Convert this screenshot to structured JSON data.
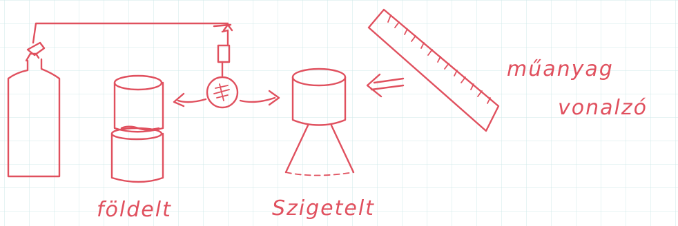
{
  "labels": {
    "grounded": "földelt",
    "insulated": "Szigetelt",
    "plastic": "műanyag",
    "ruler": "vonalzó"
  },
  "colors": {
    "ink": "#e0505e",
    "grid": "#cfe8ea",
    "paper": "#ffffff"
  }
}
